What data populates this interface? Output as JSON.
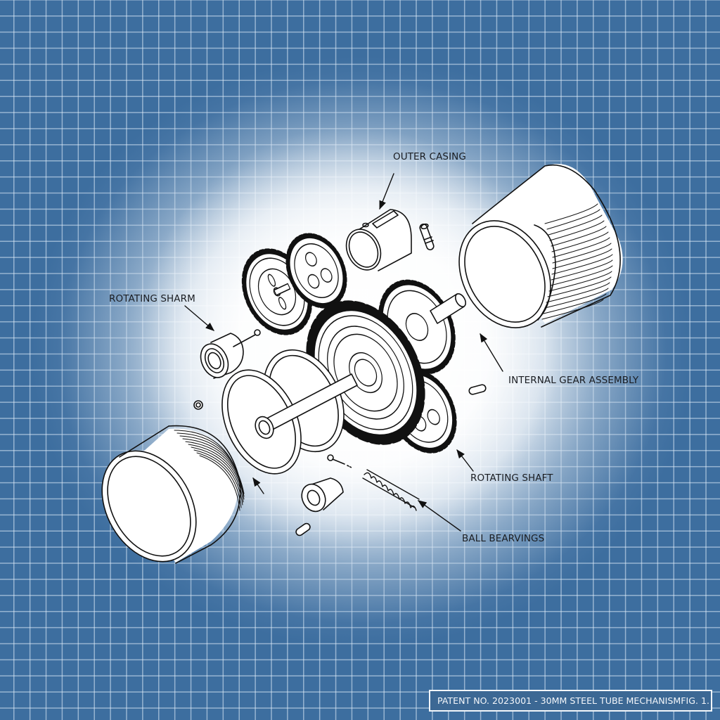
{
  "diagram": {
    "style": "patent-style exploded technical drawing on blueprint grid",
    "colors": {
      "background_blue": "#3d6e9f",
      "grid_line": "#e1eefa",
      "center_glow": "#ffffff",
      "line_art": "#111111",
      "label_text": "#1a1d22",
      "footer_bg": "#3c6894",
      "footer_text": "#f4f7fb"
    },
    "labels": {
      "outer_casing": "OUTER CASING",
      "rotating_sharm": "ROTATING SHARM",
      "internal_gear_assembly": "INTERNAL GEAR ASSEMBLY",
      "rotating_shaft": "ROTATING SHAFT",
      "ball_bearvings": "BALL BEARVINGS"
    },
    "components": [
      "threaded-outer-tube-right",
      "threaded-outer-tube-left",
      "slotted-sleeve",
      "small-pin-top",
      "gear-upper-left",
      "gear-upper-middle",
      "large-center-gear",
      "gear-right",
      "gear-lower-right",
      "flanged-ring-with-shaft",
      "roller-bearing-left",
      "small-washer",
      "screw-left",
      "collar-bearing-bottom",
      "small-pin-bottom",
      "coil-spring",
      "small-pin-right"
    ]
  },
  "footer": {
    "title": "PATENT NO. 2023001 - 30MM STEEL TUBE MECHANISM",
    "figure": "FIG. 1."
  }
}
